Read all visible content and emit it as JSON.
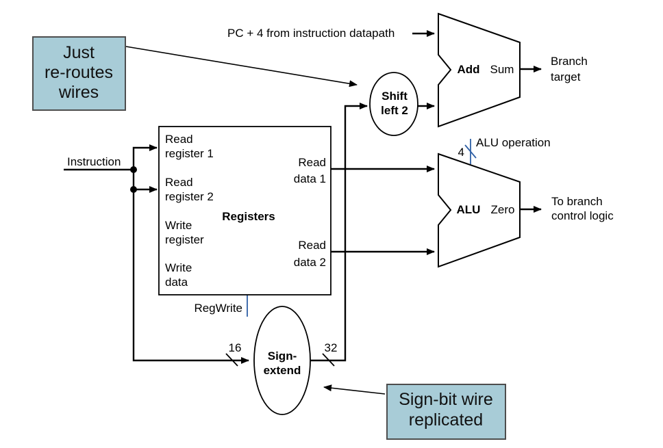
{
  "colors": {
    "background": "#ffffff",
    "callout_fill": "#a8ccd7",
    "callout_border": "#4d4d4d",
    "control_blue": "#2e5fa5",
    "wire_black": "#000000"
  },
  "callout_reroutes": {
    "line1": "Just",
    "line2": "re-routes",
    "line3": "wires"
  },
  "callout_signbit": {
    "line1": "Sign-bit wire",
    "line2": "replicated"
  },
  "pc4_label": "PC + 4 from instruction datapath",
  "instruction_label": "Instruction",
  "adder": {
    "name": "Add",
    "output": "Sum",
    "dest_line1": "Branch",
    "dest_line2": "target"
  },
  "shifter": {
    "line1": "Shift",
    "line2": "left 2"
  },
  "alu": {
    "name": "ALU",
    "output": "Zero",
    "dest_line1": "To branch",
    "dest_line2": "control logic"
  },
  "alu_control": {
    "width": "4",
    "label": "ALU operation"
  },
  "registers": {
    "title": "Registers",
    "regwrite": "RegWrite",
    "inputs": [
      {
        "l1": "Read",
        "l2": "register 1"
      },
      {
        "l1": "Read",
        "l2": "register 2"
      },
      {
        "l1": "Write",
        "l2": "register"
      },
      {
        "l1": "Write",
        "l2": "data"
      }
    ],
    "outputs": [
      {
        "l1": "Read",
        "l2": "data 1"
      },
      {
        "l1": "Read",
        "l2": "data 2"
      }
    ]
  },
  "sign_extend": {
    "line1": "Sign-",
    "line2": "extend",
    "input_width": "16",
    "output_width": "32"
  }
}
